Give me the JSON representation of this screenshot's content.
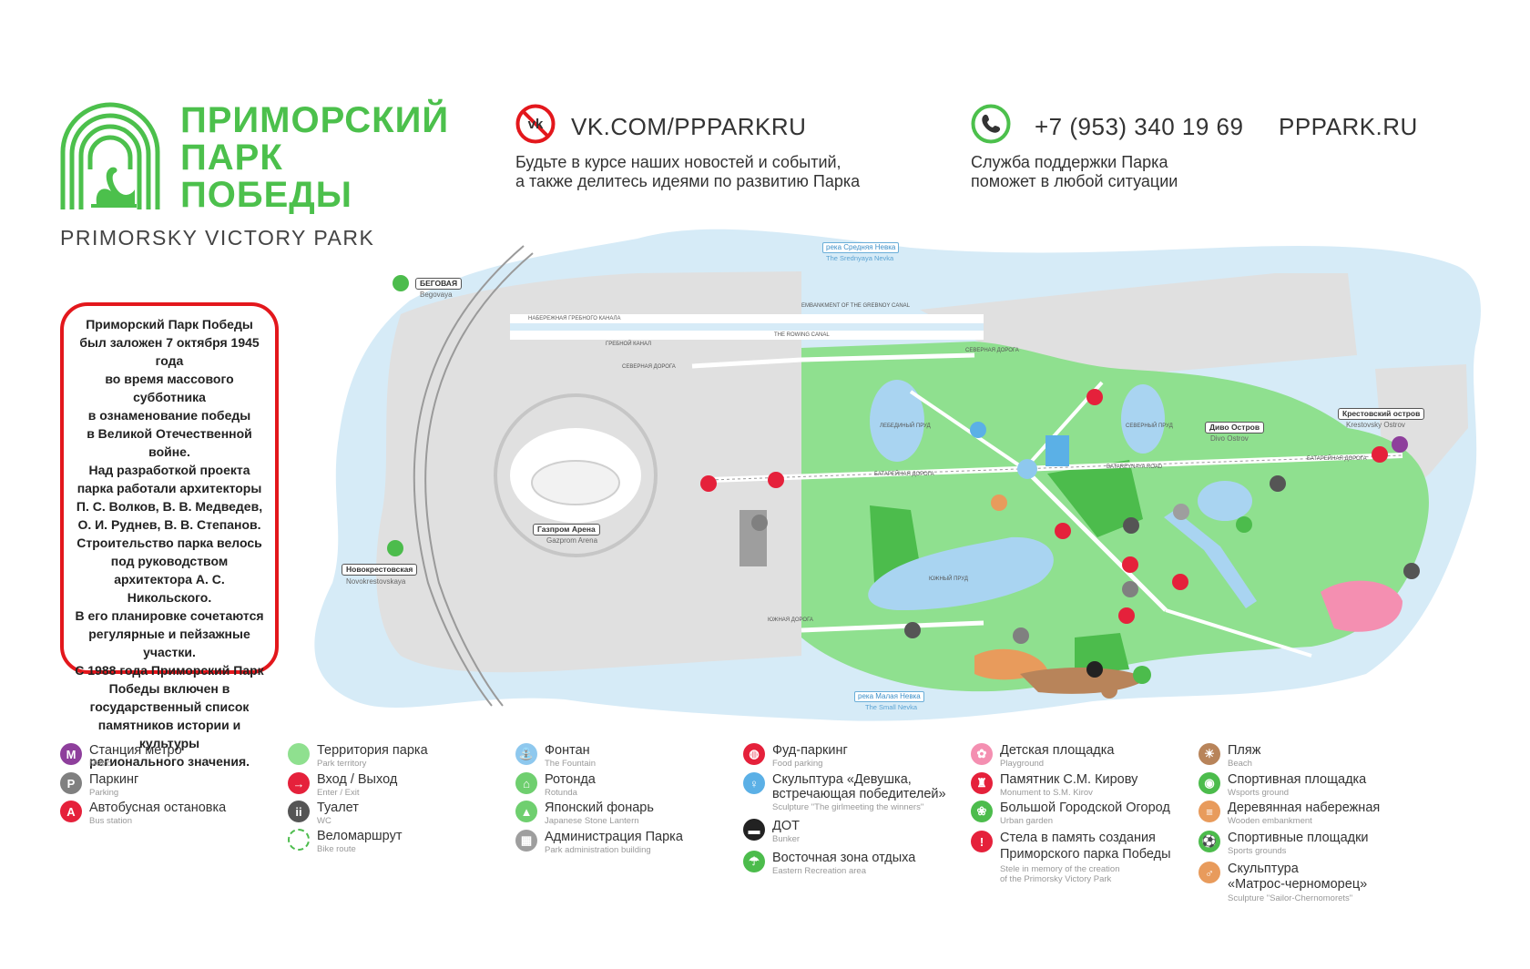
{
  "brand": {
    "title_lines": [
      "ПРИМОРСКИЙ",
      "ПАРК",
      "ПОБЕДЫ"
    ],
    "subtitle": "PRIMORSKY VICTORY PARK",
    "logo_icon": "swan-arch-logo",
    "color": "#4cc04c"
  },
  "contacts": {
    "vk": {
      "icon": "vk-icon",
      "url": "VK.COM/PPPARKRU",
      "line1": "Будьте в курсе наших новостей и событий,",
      "line2": "а также делитесь идеями по развитию Парка"
    },
    "phone": {
      "icon": "phone-icon",
      "number": "+7 (953) 340 19 69",
      "site": "PPPARK.RU",
      "line1": "Служба поддержки Парка",
      "line2": "поможет в любой ситуации"
    }
  },
  "history": {
    "lines": [
      "Приморский Парк Победы",
      "был заложен 7 октября 1945 года",
      "во время массового субботника",
      "в ознаменование победы",
      "в Великой Отечественной войне.",
      "Над разработкой проекта",
      "парка работали архитекторы",
      "П. С. Волков, В. В. Медведев,",
      "О. И. Руднев, В. В. Степанов.",
      "Строительство парка велось",
      "под руководством",
      "архитектора А. С. Никольского.",
      "В его планировке сочетаются",
      "регулярные и пейзажные участки.",
      "С 1988 года Приморский Парк",
      "Победы включен в",
      "государственный список",
      "памятников истории и культуры",
      "регионального значения."
    ]
  },
  "map": {
    "rivers": [
      {
        "ru": "река Средняя Невка",
        "en": "The Srednyaya Nevka"
      },
      {
        "ru": "река Малая Невка",
        "en": "The Small Nevka"
      }
    ],
    "metro": [
      {
        "ru": "БЕГОВАЯ",
        "en": "Begovaya"
      },
      {
        "ru": "Новокрестовская",
        "en": "Novokrestovskaya"
      },
      {
        "ru": "Крестовский остров",
        "en": "Krestovsky Ostrov"
      }
    ],
    "places": [
      {
        "ru": "Газпром Арена",
        "en": "Gazprom Arena"
      },
      {
        "ru": "Диво Остров",
        "en": "Divo Ostrov"
      }
    ],
    "roads": {
      "batareynaya_ru": "БАТАРЕЙНАЯ ДОРОГА",
      "batareynaya_en": "BATAREYNAYA ROAD",
      "severnaya": "СЕВЕРНАЯ ДОРОГА",
      "yuzhnaya": "ЮЖНАЯ ДОРОГА",
      "canal": "НАБЕРЕЖНАЯ ГРЕБНОГО КАНАЛА",
      "canal_en": "EMBANKMENT OF THE GREBNOY CANAL",
      "grebnoy": "ГРЕБНОЙ КАНАЛ",
      "rowing": "THE ROWING CANAL"
    },
    "ponds": {
      "swan": "ЛЕБЕДИНЫЙ ПРУД",
      "south": "ЮЖНЫЙ ПРУД",
      "north": "СЕВЕРНЫЙ ПРУД"
    },
    "colors": {
      "water": "#d6ebf7",
      "pond": "#a9d4f1",
      "park": "#8fe08f",
      "park_dark": "#4cbc4c",
      "city": "#e0e0e0",
      "road": "#ffffff",
      "beach": "#e89b5c",
      "garden": "#b8845a",
      "playground": "#f48fb1"
    }
  },
  "legend": {
    "col1": [
      {
        "title": "Станция метро",
        "sub": "Metro",
        "icon": "metro-icon",
        "color": "#8e3f9c"
      },
      {
        "title": "Паркинг",
        "sub": "Parking",
        "icon": "parking-icon",
        "color": "#808080"
      },
      {
        "title": "Автобусная остановка",
        "sub": "Bus station",
        "icon": "bus-icon",
        "color": "#e5213b"
      }
    ],
    "col2": [
      {
        "title": "Территория парка",
        "sub": "Park territory",
        "icon": "park-territory-icon",
        "color": "#8fe08f"
      },
      {
        "title": "Вход / Выход",
        "sub": "Enter / Exit",
        "icon": "arrow-right-icon",
        "color": "#e5213b"
      },
      {
        "title": "Туалет",
        "sub": "WC",
        "icon": "wc-icon",
        "color": "#555555"
      },
      {
        "title": "Веломаршрут",
        "sub": "Bike route",
        "icon": "bike-route-icon",
        "color": "#4cbc4c"
      }
    ],
    "col3": [
      {
        "title": "Фонтан",
        "sub": "The Fountain",
        "icon": "fountain-icon",
        "color": "#8ec8ee"
      },
      {
        "title": "Ротонда",
        "sub": "Rotunda",
        "icon": "rotunda-icon",
        "color": "#6fcf6f"
      },
      {
        "title": "Японский фонарь",
        "sub": "Japanese Stone Lantern",
        "icon": "lantern-icon",
        "color": "#6fcf6f"
      },
      {
        "title": "Администрация Парка",
        "sub": "Park administration building",
        "icon": "admin-icon",
        "color": "#9e9e9e"
      }
    ],
    "col4": [
      {
        "title": "Фуд-паркинг",
        "sub": "Food parking",
        "icon": "food-icon",
        "color": "#e5213b"
      },
      {
        "title": "Скульптура «Девушка,",
        "title2": "встречающая победителей»",
        "sub": "Sculpture \"The girlmeeting the winners\"",
        "icon": "sculpture-girl-icon",
        "color": "#5bb0e6"
      },
      {
        "title": "ДОТ",
        "sub": "Bunker",
        "icon": "bunker-icon",
        "color": "#222222"
      },
      {
        "title": "Восточная зона отдыха",
        "sub": "Eastern Recreation area",
        "icon": "recreation-icon",
        "color": "#4cbc4c"
      }
    ],
    "col5": [
      {
        "title": "Детская площадка",
        "sub": "Playground",
        "icon": "playground-icon",
        "color": "#f48fb1"
      },
      {
        "title": "Памятник С.М. Кирову",
        "sub": "Monument to S.M. Kirov",
        "icon": "monument-icon",
        "color": "#e5213b"
      },
      {
        "title": "Большой Городской Огород",
        "sub": "Urban garden",
        "icon": "garden-icon",
        "color": "#4cbc4c"
      },
      {
        "title": "Стела в память создания",
        "title2": "Приморского парка Победы",
        "sub": "Stele in memory of the creation",
        "sub2": "of the Primorsky Victory Park",
        "icon": "stele-icon",
        "color": "#e5213b"
      }
    ],
    "col6": [
      {
        "title": "Пляж",
        "sub": "Beach",
        "icon": "beach-icon",
        "color": "#b8845a"
      },
      {
        "title": "Спортивная площадка",
        "sub": "Wsports ground",
        "icon": "sports-ground-icon",
        "color": "#4cbc4c"
      },
      {
        "title": "Деревянная набережная",
        "sub": "Wooden embankment",
        "icon": "embankment-icon",
        "color": "#e89b5c"
      },
      {
        "title": "Спортивные площадки",
        "sub": "Sports grounds",
        "icon": "volleyball-icon",
        "color": "#4cbc4c"
      },
      {
        "title": "Скульптура",
        "title2": "«Матрос-черноморец»",
        "sub": "Sculpture \"Sailor-Chernomorets\"",
        "icon": "sculpture-sailor-icon",
        "color": "#e89b5c"
      }
    ]
  }
}
